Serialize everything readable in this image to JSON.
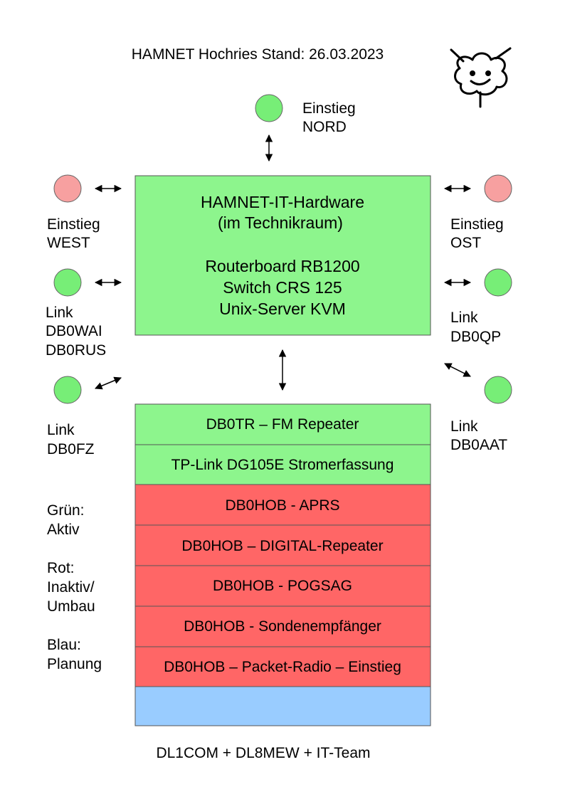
{
  "title": "HAMNET Hochries Stand: 26.03.2023",
  "footer": "DL1COM + DL8MEW + IT-Team",
  "colors": {
    "active": "#8df58d",
    "inactive": "#ff6666",
    "inactive_light": "#f7a0a0",
    "planned": "#99ccff"
  },
  "hardware_box": {
    "line1": "HAMNET-IT-Hardware",
    "line2": "(im Technikraum)",
    "line3": "Routerboard RB1200",
    "line4": "Switch CRS 125",
    "line5": "Unix-Server KVM"
  },
  "nodes": {
    "nord": {
      "line1": "Einstieg",
      "line2": "NORD",
      "status": "active"
    },
    "west": {
      "line1": "Einstieg",
      "line2": "WEST",
      "status": "inactive"
    },
    "ost": {
      "line1": "Einstieg",
      "line2": "OST",
      "status": "inactive"
    },
    "wai": {
      "line1": "Link",
      "line2": "DB0WAI",
      "line3": "DB0RUS",
      "status": "active"
    },
    "qp": {
      "line1": "Link",
      "line2": "DB0QP",
      "status": "active"
    },
    "fz": {
      "line1": "Link",
      "line2": "DB0FZ",
      "status": "active"
    },
    "aat": {
      "line1": "Link",
      "line2": "DB0AAT",
      "status": "active"
    }
  },
  "services": [
    {
      "label": "DB0TR – FM Repeater",
      "status": "active"
    },
    {
      "label": "TP-Link DG105E Stromerfassung",
      "status": "active"
    },
    {
      "label": "DB0HOB - APRS",
      "status": "inactive"
    },
    {
      "label": "DB0HOB – DIGITAL-Repeater",
      "status": "inactive"
    },
    {
      "label": "DB0HOB - POGSAG",
      "status": "inactive"
    },
    {
      "label": "DB0HOB - Sondenempfänger",
      "status": "inactive"
    },
    {
      "label": "DB0HOB – Packet-Radio – Einstieg",
      "status": "inactive"
    },
    {
      "label": "",
      "status": "planned"
    }
  ],
  "legend": {
    "green_1": "Grün:",
    "green_2": "Aktiv",
    "red_1": "Rot:",
    "red_2": "Inaktiv/",
    "red_3": "Umbau",
    "blue_1": "Blau:",
    "blue_2": "Planung"
  },
  "logo_icon": "cloud-face-antenna-icon"
}
